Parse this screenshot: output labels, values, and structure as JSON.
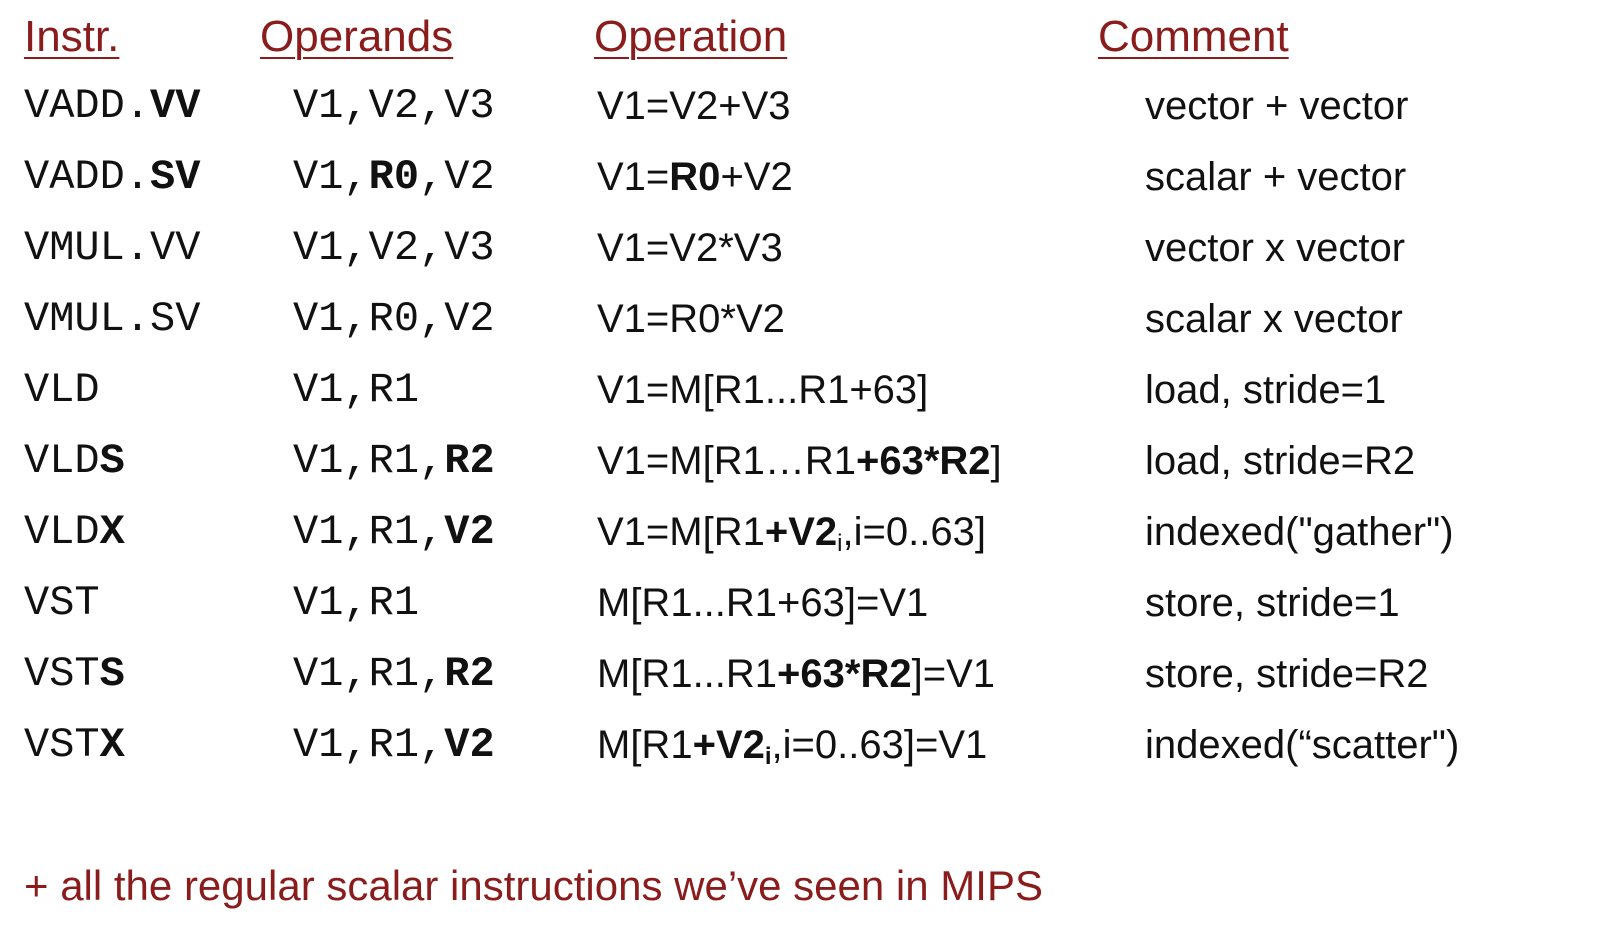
{
  "headers": {
    "instr": "Instr.",
    "operands": "Operands",
    "operation": "Operation",
    "comment": "Comment"
  },
  "rows": [
    {
      "instr": [
        {
          "t": "VADD."
        },
        {
          "t": "VV",
          "b": true
        }
      ],
      "operands": [
        {
          "t": "V1,V2,V3"
        }
      ],
      "operation": [
        {
          "t": "V1=V2+V3"
        }
      ],
      "comment": "vector + vector"
    },
    {
      "instr": [
        {
          "t": "VADD."
        },
        {
          "t": "SV",
          "b": true
        }
      ],
      "operands": [
        {
          "t": "V1,"
        },
        {
          "t": "R0",
          "b": true
        },
        {
          "t": ",V2"
        }
      ],
      "operation": [
        {
          "t": "V1="
        },
        {
          "t": "R0",
          "b": true
        },
        {
          "t": "+V2"
        }
      ],
      "comment": "scalar + vector"
    },
    {
      "instr": [
        {
          "t": "VMUL.VV"
        }
      ],
      "operands": [
        {
          "t": "V1,V2,V3"
        }
      ],
      "operation": [
        {
          "t": "V1=V2*V3"
        }
      ],
      "comment": "vector x vector"
    },
    {
      "instr": [
        {
          "t": "VMUL.SV"
        }
      ],
      "operands": [
        {
          "t": "V1,R0,V2"
        }
      ],
      "operation": [
        {
          "t": "V1=R0*V2"
        }
      ],
      "comment": "scalar x vector"
    },
    {
      "instr": [
        {
          "t": "VLD"
        }
      ],
      "operands": [
        {
          "t": "V1,R1"
        }
      ],
      "operation": [
        {
          "t": "V1=M[R1...R1+63]"
        }
      ],
      "comment": "load, stride=1"
    },
    {
      "instr": [
        {
          "t": "VLD"
        },
        {
          "t": "S",
          "b": true
        }
      ],
      "operands": [
        {
          "t": "V1,R1,"
        },
        {
          "t": "R2",
          "b": true
        }
      ],
      "operation": [
        {
          "t": "V1=M[R1…R1"
        },
        {
          "t": "+63*R2",
          "b": true
        },
        {
          "t": "]"
        }
      ],
      "comment": "load, stride=R2"
    },
    {
      "instr": [
        {
          "t": "VLD"
        },
        {
          "t": "X",
          "b": true
        }
      ],
      "operands": [
        {
          "t": "V1,R1,"
        },
        {
          "t": "V2",
          "b": true
        }
      ],
      "operation": [
        {
          "t": "V1=M[R1"
        },
        {
          "t": "+V2",
          "b": true
        },
        {
          "t": "i",
          "sub": true
        },
        {
          "t": ",i=0..63]"
        }
      ],
      "comment": "indexed(\"gather\")"
    },
    {
      "instr": [
        {
          "t": "VST"
        }
      ],
      "operands": [
        {
          "t": "V1,R1"
        }
      ],
      "operation": [
        {
          "t": "M[R1...R1+63]=V1"
        }
      ],
      "comment": "store, stride=1"
    },
    {
      "instr": [
        {
          "t": "VST"
        },
        {
          "t": "S",
          "b": true
        }
      ],
      "operands": [
        {
          "t": "V1,R1,"
        },
        {
          "t": "R2",
          "b": true
        }
      ],
      "operation": [
        {
          "t": "M[R1...R1"
        },
        {
          "t": "+63*R2",
          "b": true
        },
        {
          "t": "]=V1"
        }
      ],
      "comment": "store, stride=R2"
    },
    {
      "instr": [
        {
          "t": "VST"
        },
        {
          "t": "X",
          "b": true
        }
      ],
      "operands": [
        {
          "t": "V1,R1,"
        },
        {
          "t": "V2",
          "b": true
        }
      ],
      "operation": [
        {
          "t": "M[R1"
        },
        {
          "t": "+V2",
          "b": true
        },
        {
          "t": "i",
          "sub": true,
          "b": true
        },
        {
          "t": ",i=0..63]=V1"
        }
      ],
      "comment": "indexed(“scatter\")"
    }
  ],
  "footer": "+ all the regular scalar instructions we’ve seen in MIPS",
  "colors": {
    "header": "#8a1c1c",
    "text": "#111111"
  }
}
